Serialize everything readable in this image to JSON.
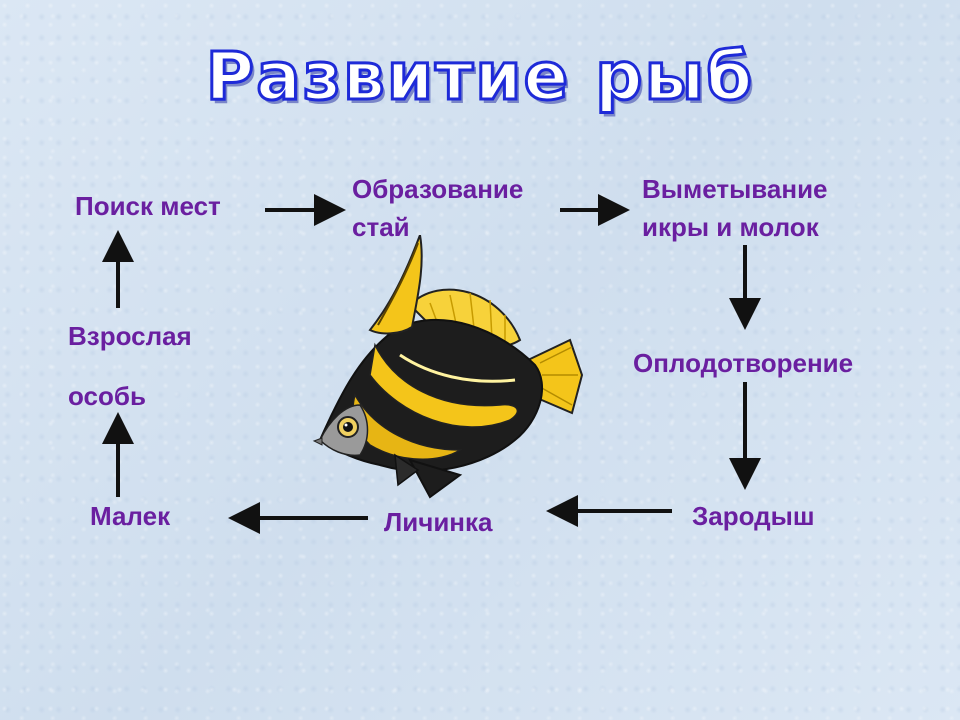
{
  "title": "Развитие рыб",
  "stages": {
    "search": "Поиск мест",
    "schools_line1": "Образование",
    "schools_line2": "стай",
    "spawning_line1": "Выметывание",
    "spawning_line2": "икры и молок",
    "fertilization": "Оплодотворение",
    "embryo": "Зародыш",
    "larva": "Личинка",
    "fry": "Малек",
    "adult_line1": "Взрослая",
    "adult_line2": "особь"
  },
  "colors": {
    "title_outline": "#1e2ad8",
    "stage_text": "#6a1fa0",
    "arrow": "#111111",
    "background": "#d6e4f2"
  },
  "illustration": "fish-illustration"
}
